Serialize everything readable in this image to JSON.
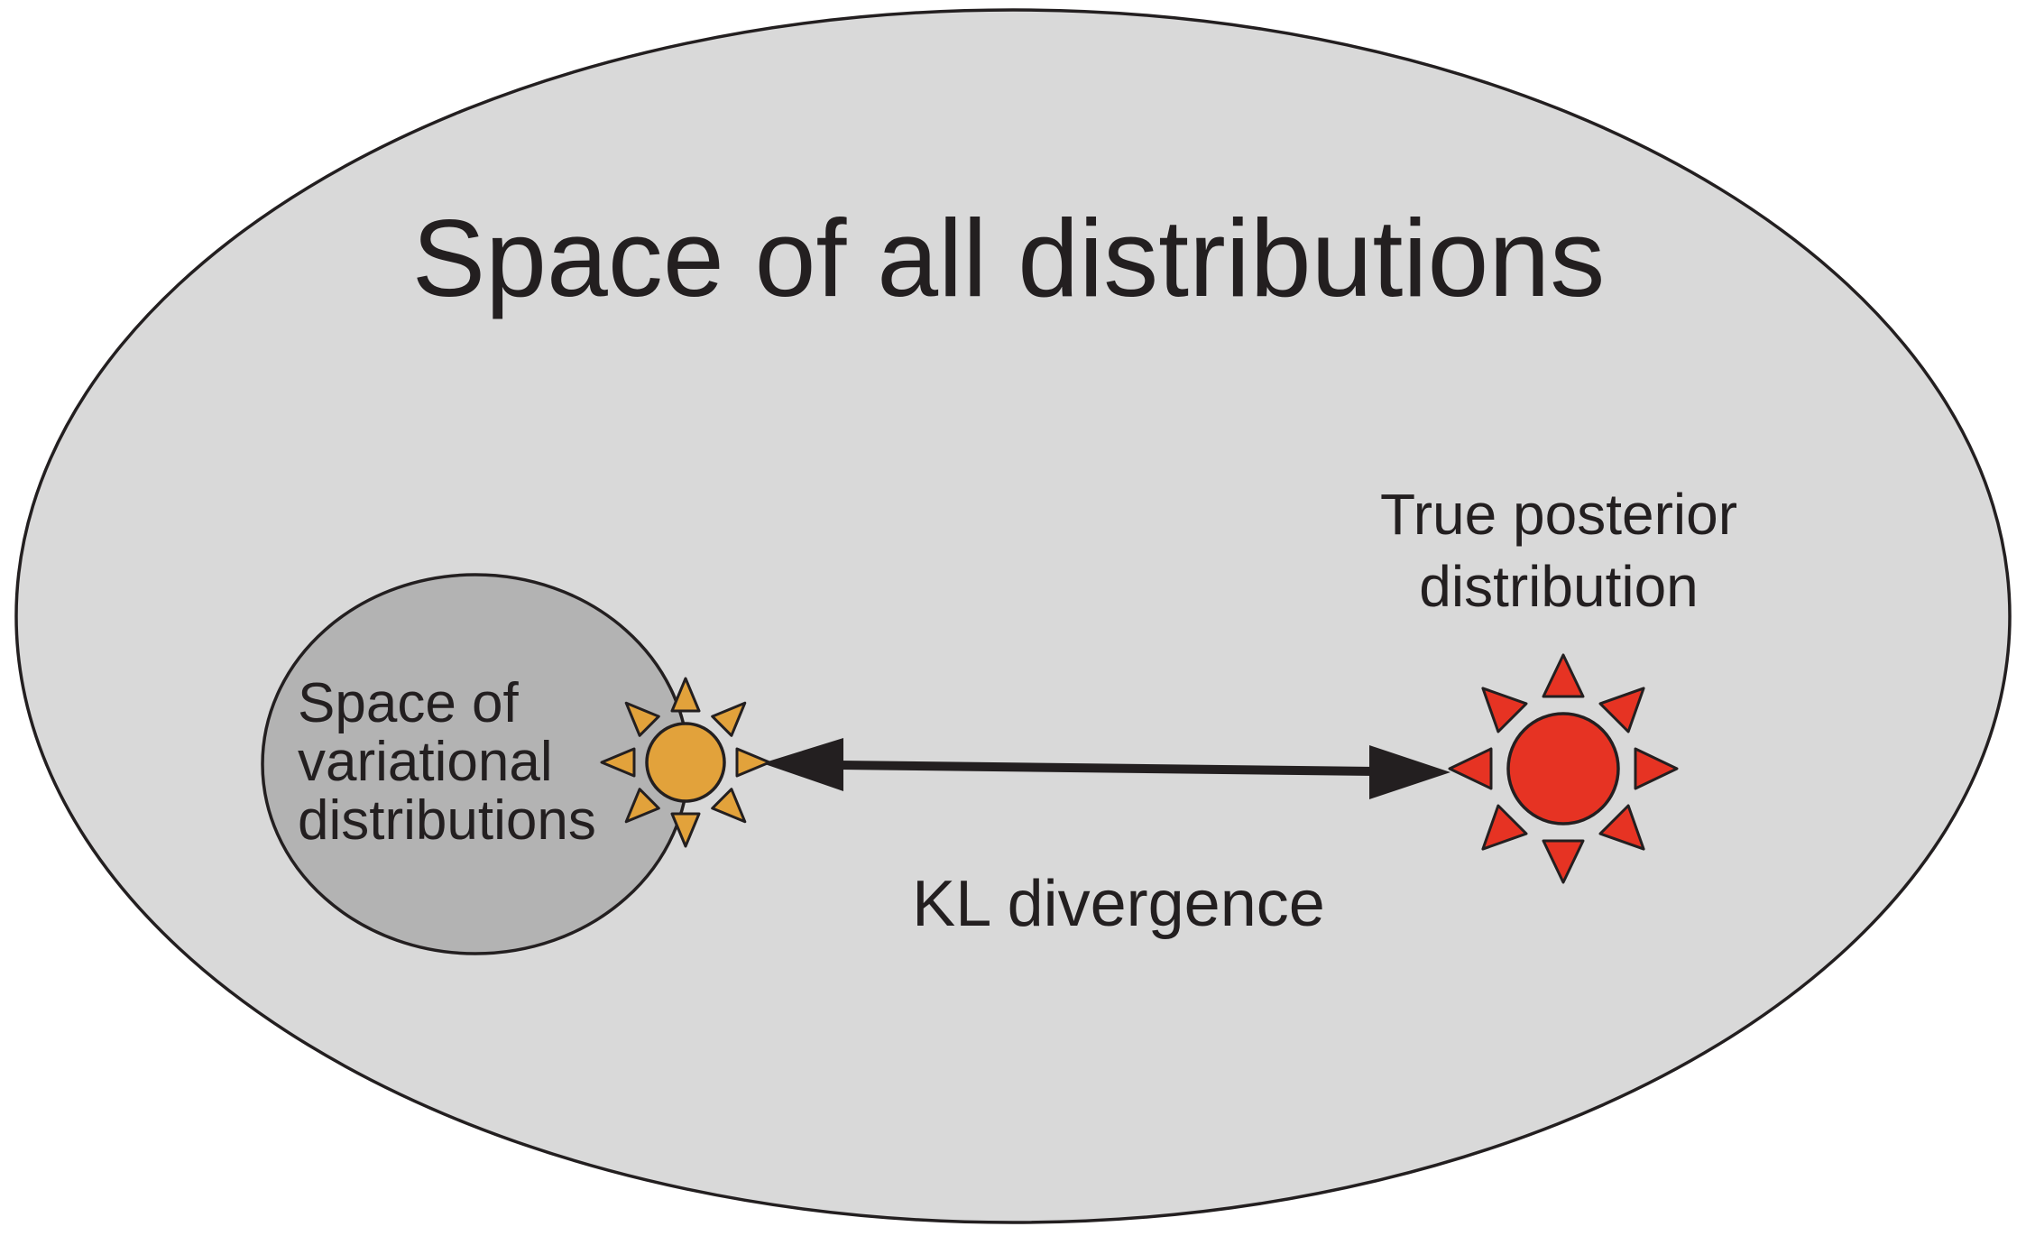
{
  "diagram": {
    "outer_space_label": "Space of all distributions",
    "variational_space_label": [
      "Space of",
      "variational",
      "distributions"
    ],
    "true_posterior_label": [
      "True posterior",
      "distribution"
    ],
    "divergence_label": "KL divergence"
  },
  "colors": {
    "outer_fill": "#d9d9d9",
    "inner_fill": "#b3b3b3",
    "stroke": "#231f20",
    "variational_sun": "#e2a23b",
    "true_sun": "#e63323"
  },
  "icons": {
    "variational_marker": "sun-icon",
    "true_marker": "sun-icon",
    "connector": "double-arrow-icon"
  }
}
